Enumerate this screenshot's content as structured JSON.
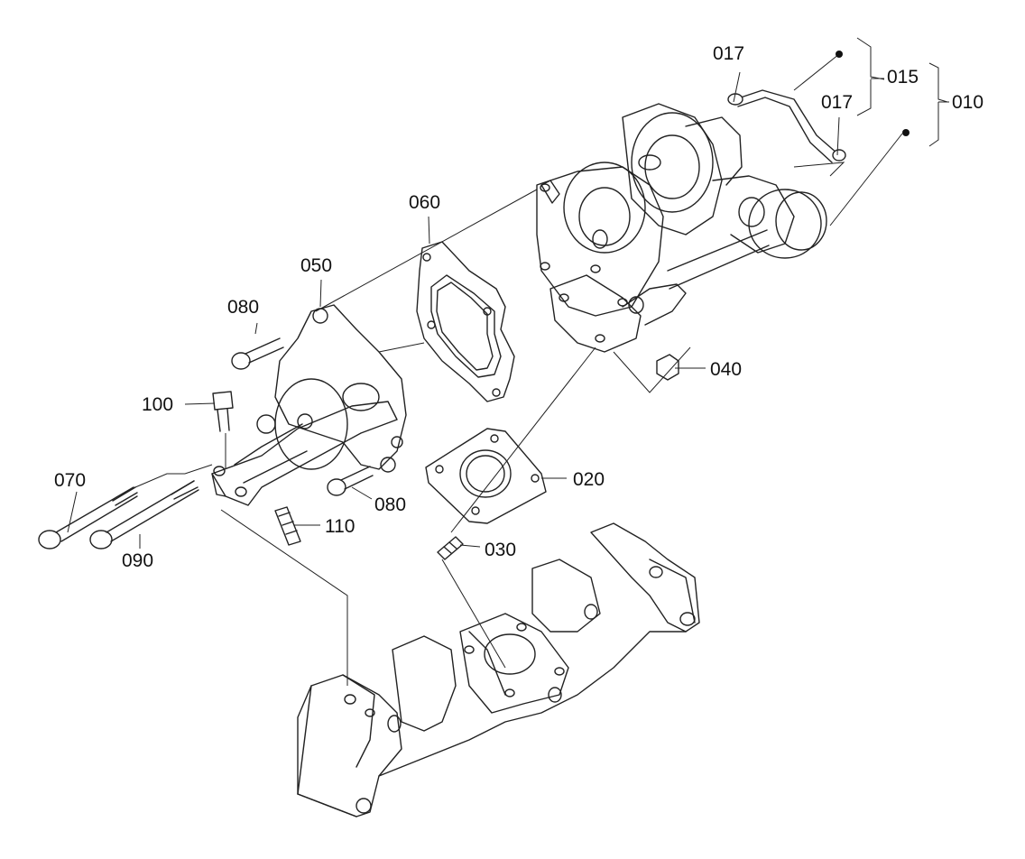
{
  "callouts": {
    "p010": "010",
    "p015": "015",
    "p017a": "017",
    "p017b": "017",
    "p020": "020",
    "p030": "030",
    "p040": "040",
    "p050": "050",
    "p060": "060",
    "p070": "070",
    "p080a": "080",
    "p080b": "080",
    "p090": "090",
    "p100": "100",
    "p110": "110"
  },
  "colors": {
    "line": "#222222",
    "background": "#ffffff"
  }
}
